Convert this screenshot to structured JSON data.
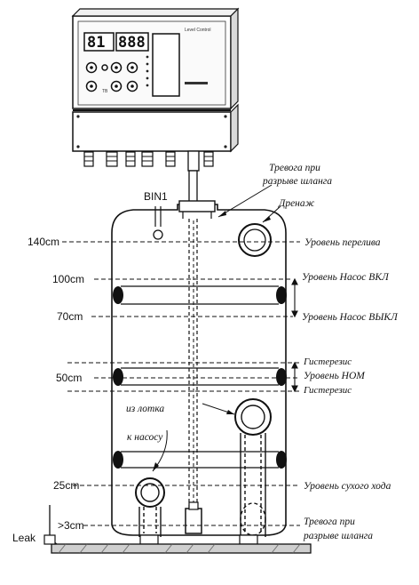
{
  "controller": {
    "display_left": "81",
    "display_right": "888",
    "brand_text": "Level Control"
  },
  "sensor": {
    "label": "BIN1"
  },
  "leak": {
    "label": "Leak"
  },
  "levels": [
    {
      "cm": "140cm",
      "text": "Уровень перелива"
    },
    {
      "cm": "100cm",
      "text": "Уровень Насос ВКЛ"
    },
    {
      "cm": "70cm",
      "text": "Уровень Насос ВЫКЛ"
    },
    {
      "cm": "50cm",
      "text": "Уровень НОМ"
    },
    {
      "cm": "25cm",
      "text": "Уровень сухого хода"
    },
    {
      "cm": ">3cm",
      "text": ""
    }
  ],
  "annotations": {
    "hose_alarm_top_1": "Тревога при",
    "hose_alarm_top_2": "разрыве шланга",
    "drain": "Дренаж",
    "hysteresis_top": "Гистерезис",
    "hysteresis_bottom": "Гистерезис",
    "from_tray_1": "из лотка",
    "from_tray_2": "к насосу",
    "hose_alarm_bottom_1": "Тревога при",
    "hose_alarm_bottom_2": "разрыве шланга"
  }
}
